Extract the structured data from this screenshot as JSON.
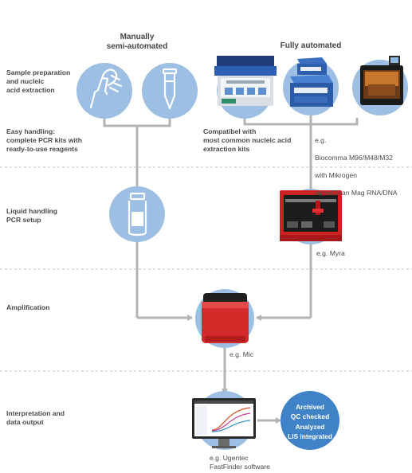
{
  "headers": {
    "manual": "Manually\nsemi-automated",
    "automated": "Fully automated"
  },
  "stages": {
    "sample_prep": "Sample preparation\nand nucleic\nacid extraction",
    "liquid_handling": "Liquid handling\nPCR setup",
    "amplification": "Amplification",
    "interpretation": "Interpretation and\ndata output"
  },
  "notes": {
    "easy_handling": "Easy handling:\ncomplete PCR kits with\nready-to-use reagents",
    "compatible": "Compatibel with\nmost common nucleic acid\nextraction kits",
    "biocomma_line1": "e.g.",
    "biocomma_line2": "Biocomma M96/M48/M32",
    "biocomma_line3": "with Mikrogen",
    "biocomma_alpha": "alpha",
    "biocomma_rest": "Clean Mag RNA/DNA",
    "myra": "e.g. Myra",
    "mic": "e.g. Mic",
    "software": "e.g. Ugentec\nFastFinder software"
  },
  "output_labels": [
    "Archived",
    "QC checked",
    "Analyzed",
    "LIS integrated"
  ],
  "icons": [
    "pipette-icon",
    "tube-icon",
    "extraction-robot-icon",
    "kit-box-icon",
    "extraction-instrument-icon",
    "vial-icon",
    "myra-robot-icon",
    "mic-cycler-icon",
    "monitor-icon"
  ],
  "colors": {
    "circle": "#9dbfe3",
    "connector": "#b4b4b4",
    "red_device": "#d42a2a",
    "output_circle": "#3f82c8",
    "divider": "#bdbdbd"
  }
}
